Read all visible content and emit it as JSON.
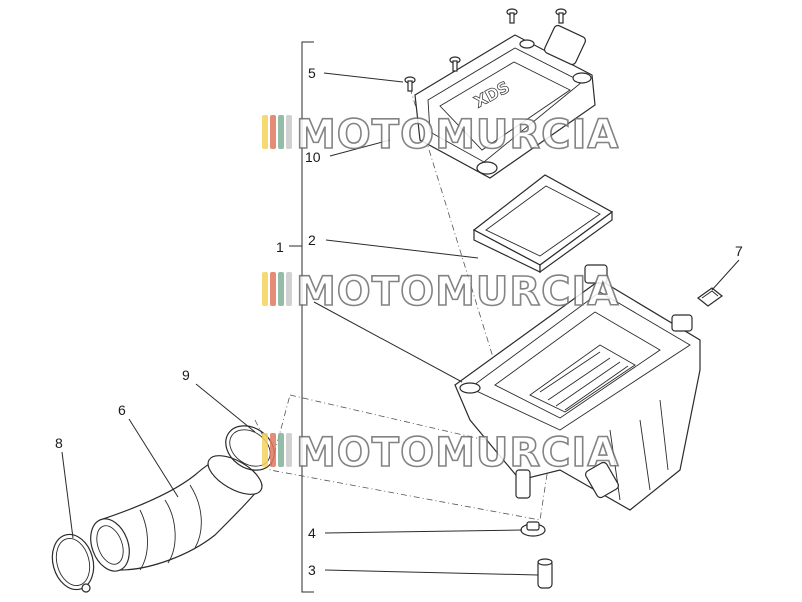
{
  "watermark": {
    "text": "MOTOMURCIA",
    "stripe_colors": [
      "#f4d35e",
      "#e07a5f",
      "#81b29a",
      "#c9c9c9"
    ]
  },
  "cover_embossed_text": "XDS",
  "callouts": [
    {
      "id": "1",
      "label": "1"
    },
    {
      "id": "2",
      "label": "2"
    },
    {
      "id": "3",
      "label": "3"
    },
    {
      "id": "4",
      "label": "4"
    },
    {
      "id": "5",
      "label": "5"
    },
    {
      "id": "6",
      "label": "6"
    },
    {
      "id": "7",
      "label": "7"
    },
    {
      "id": "8",
      "label": "8"
    },
    {
      "id": "9",
      "label": "9"
    },
    {
      "id": "10",
      "label": "10"
    }
  ]
}
